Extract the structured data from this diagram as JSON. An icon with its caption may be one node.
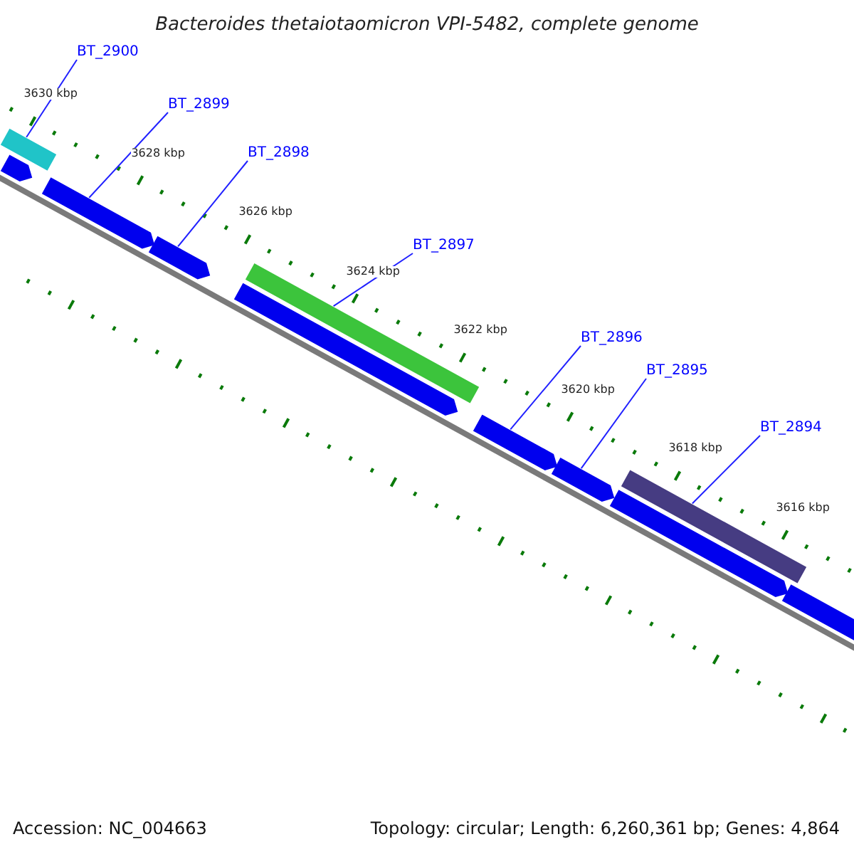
{
  "diagram": {
    "title": "Bacteroides thetaiotaomicron VPI-5482, complete genome",
    "nodes": [
      {
        "text": [
          "BT_2900"
        ]
      },
      {
        "text": [
          "BT_2899"
        ]
      },
      {
        "text": [
          "BT_2898"
        ]
      },
      {
        "text": [
          "BT_2897"
        ]
      },
      {
        "text": [
          "BT_2896"
        ]
      },
      {
        "text": [
          "BT_2895"
        ]
      },
      {
        "text": [
          "BT_2894"
        ]
      },
      {
        "text": [],
        "shape": "arrow"
      },
      {
        "text": [],
        "shape": "bar"
      },
      {
        "text": [],
        "shape": "arrow"
      },
      {
        "text": [],
        "shape": "arrow"
      },
      {
        "text": [],
        "shape": "bar"
      },
      {
        "text": [],
        "shape": "arrow"
      },
      {
        "text": [],
        "shape": "arrow"
      },
      {
        "text": [],
        "shape": "arrow"
      },
      {
        "text": [],
        "shape": "bar"
      },
      {
        "text": [],
        "shape": "arrow"
      },
      {
        "text": [],
        "shape": "arrow"
      }
    ],
    "edges": [
      {
        "from": 0,
        "to": 8,
        "arrow": "none"
      },
      {
        "from": 1,
        "to": 9,
        "arrow": "none"
      },
      {
        "from": 2,
        "to": 10,
        "arrow": "none"
      },
      {
        "from": 3,
        "to": 11,
        "arrow": "none"
      },
      {
        "from": 4,
        "to": 13,
        "arrow": "none"
      },
      {
        "from": 5,
        "to": 14,
        "arrow": "none"
      },
      {
        "from": 6,
        "to": 15,
        "arrow": "none"
      }
    ],
    "labels": [
      "3630 kbp",
      "3628 kbp",
      "3626 kbp",
      "3624 kbp",
      "3622 kbp",
      "3620 kbp",
      "3618 kbp",
      "3616 kbp",
      "Accession: NC_004663",
      "Topology: circular; Length: 6,260,361 bp; Genes: 4,864"
    ]
  }
}
